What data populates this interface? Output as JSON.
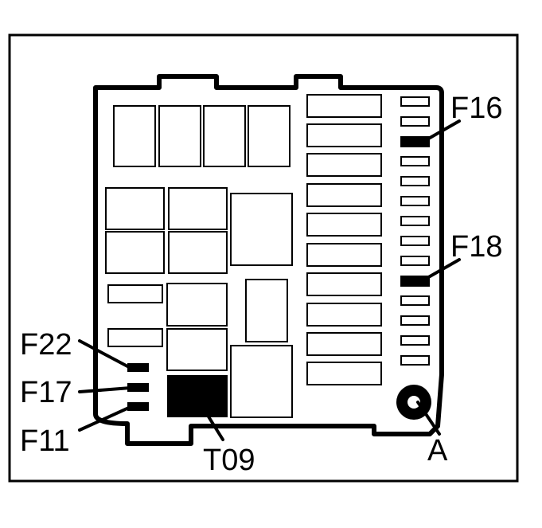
{
  "labels": {
    "f16": "F16",
    "f18": "F18",
    "f22": "F22",
    "f17": "F17",
    "f11": "F11",
    "t09": "T09",
    "a": "A"
  }
}
